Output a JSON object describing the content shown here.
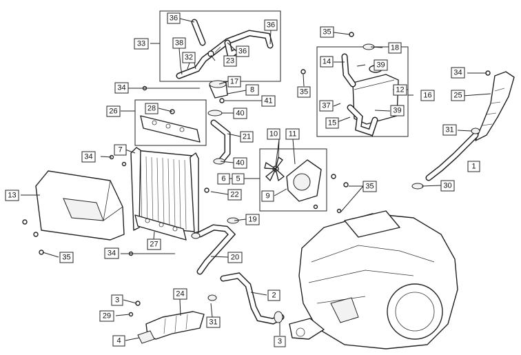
{
  "diagram": {
    "callouts": [
      {
        "id": "c36a",
        "label": "36"
      },
      {
        "id": "c36b",
        "label": "36"
      },
      {
        "id": "c36c",
        "label": "36"
      },
      {
        "id": "c33",
        "label": "33"
      },
      {
        "id": "c38",
        "label": "38"
      },
      {
        "id": "c32",
        "label": "32"
      },
      {
        "id": "c23",
        "label": "23"
      },
      {
        "id": "c35a",
        "label": "35"
      },
      {
        "id": "c18",
        "label": "18"
      },
      {
        "id": "c14",
        "label": "14"
      },
      {
        "id": "c39a",
        "label": "39"
      },
      {
        "id": "c35b",
        "label": "35"
      },
      {
        "id": "c12",
        "label": "12"
      },
      {
        "id": "c16",
        "label": "16"
      },
      {
        "id": "c37",
        "label": "37"
      },
      {
        "id": "c39b",
        "label": "39"
      },
      {
        "id": "c15",
        "label": "15"
      },
      {
        "id": "c34a",
        "label": "34"
      },
      {
        "id": "c25",
        "label": "25"
      },
      {
        "id": "c17",
        "label": "17"
      },
      {
        "id": "c34b",
        "label": "34"
      },
      {
        "id": "c8",
        "label": "8"
      },
      {
        "id": "c41",
        "label": "41"
      },
      {
        "id": "c26",
        "label": "26"
      },
      {
        "id": "c28",
        "label": "28"
      },
      {
        "id": "c40a",
        "label": "40"
      },
      {
        "id": "c31a",
        "label": "31"
      },
      {
        "id": "c21",
        "label": "21"
      },
      {
        "id": "c10",
        "label": "10"
      },
      {
        "id": "c11",
        "label": "11"
      },
      {
        "id": "c1",
        "label": "1"
      },
      {
        "id": "c34c",
        "label": "34"
      },
      {
        "id": "c7",
        "label": "7"
      },
      {
        "id": "c40b",
        "label": "40"
      },
      {
        "id": "c6",
        "label": "6"
      },
      {
        "id": "c5",
        "label": "5"
      },
      {
        "id": "c30",
        "label": "30"
      },
      {
        "id": "c13",
        "label": "13"
      },
      {
        "id": "c22",
        "label": "22"
      },
      {
        "id": "c9",
        "label": "9"
      },
      {
        "id": "c35c",
        "label": "35"
      },
      {
        "id": "c19",
        "label": "19"
      },
      {
        "id": "c27",
        "label": "27"
      },
      {
        "id": "c34d",
        "label": "34"
      },
      {
        "id": "c35d",
        "label": "35"
      },
      {
        "id": "c20",
        "label": "20"
      },
      {
        "id": "c2",
        "label": "2"
      },
      {
        "id": "c24",
        "label": "24"
      },
      {
        "id": "c3a",
        "label": "3"
      },
      {
        "id": "c29",
        "label": "29"
      },
      {
        "id": "c31b",
        "label": "31"
      },
      {
        "id": "c3b",
        "label": "3"
      },
      {
        "id": "c4",
        "label": "4"
      }
    ]
  }
}
